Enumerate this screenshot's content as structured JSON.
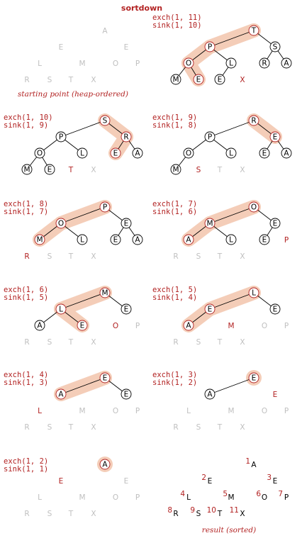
{
  "title": "sortdown",
  "captions": {
    "start": "starting point (heap-ordered)",
    "result": "result (sorted)"
  },
  "colors": {
    "accent": "#b22222",
    "highlight": "#f4cdb8",
    "gray": "#c0c0c0",
    "ink": "#000000"
  },
  "steps": [
    {
      "n": 0,
      "heap": [
        "X",
        "T",
        "S",
        "P",
        "L",
        "R",
        "A",
        "M",
        "O",
        "E",
        "E"
      ],
      "hl": [],
      "exch": "",
      "sink": ""
    },
    {
      "n": 10,
      "heap": [
        "T",
        "P",
        "S",
        "O",
        "L",
        "R",
        "A",
        "M",
        "E",
        "E"
      ],
      "hl": [
        1,
        2,
        4,
        9
      ],
      "exch": "exch(1, 11)",
      "sink": "sink(1, 10)"
    },
    {
      "n": 9,
      "heap": [
        "S",
        "P",
        "R",
        "O",
        "L",
        "E",
        "A",
        "M",
        "E"
      ],
      "hl": [
        1,
        3,
        6
      ],
      "exch": "exch(1, 10)",
      "sink": "sink(1, 9)"
    },
    {
      "n": 8,
      "heap": [
        "R",
        "P",
        "E",
        "O",
        "L",
        "E",
        "A",
        "M"
      ],
      "hl": [
        1,
        3
      ],
      "exch": "exch(1, 9)",
      "sink": "sink(1, 8)"
    },
    {
      "n": 7,
      "heap": [
        "P",
        "O",
        "E",
        "M",
        "L",
        "E",
        "A"
      ],
      "hl": [
        1,
        2,
        4
      ],
      "exch": "exch(1, 8)",
      "sink": "sink(1, 7)"
    },
    {
      "n": 6,
      "heap": [
        "O",
        "M",
        "E",
        "A",
        "L",
        "E"
      ],
      "hl": [
        1,
        2,
        4
      ],
      "exch": "exch(1, 7)",
      "sink": "sink(1, 6)"
    },
    {
      "n": 5,
      "heap": [
        "M",
        "L",
        "E",
        "A",
        "E"
      ],
      "hl": [
        1,
        2,
        5
      ],
      "exch": "exch(1, 6)",
      "sink": "sink(1, 5)"
    },
    {
      "n": 4,
      "heap": [
        "L",
        "E",
        "E",
        "A"
      ],
      "hl": [
        1,
        2,
        4
      ],
      "exch": "exch(1, 5)",
      "sink": "sink(1, 4)"
    },
    {
      "n": 3,
      "heap": [
        "E",
        "A",
        "E"
      ],
      "hl": [
        1,
        2
      ],
      "exch": "exch(1, 4)",
      "sink": "sink(1, 3)"
    },
    {
      "n": 2,
      "heap": [
        "E",
        "A"
      ],
      "hl": [
        1
      ],
      "exch": "exch(1, 3)",
      "sink": "sink(1, 2)"
    },
    {
      "n": 1,
      "heap": [
        "A"
      ],
      "hl": [
        1
      ],
      "exch": "exch(1, 2)",
      "sink": "sink(1, 1)"
    }
  ],
  "sorted": [
    "A",
    "E",
    "E",
    "L",
    "M",
    "O",
    "P",
    "R",
    "S",
    "T",
    "X"
  ],
  "result_indices": [
    "1",
    "2",
    "3",
    "4",
    "5",
    "6",
    "7",
    "8",
    "9",
    "10",
    "11"
  ]
}
